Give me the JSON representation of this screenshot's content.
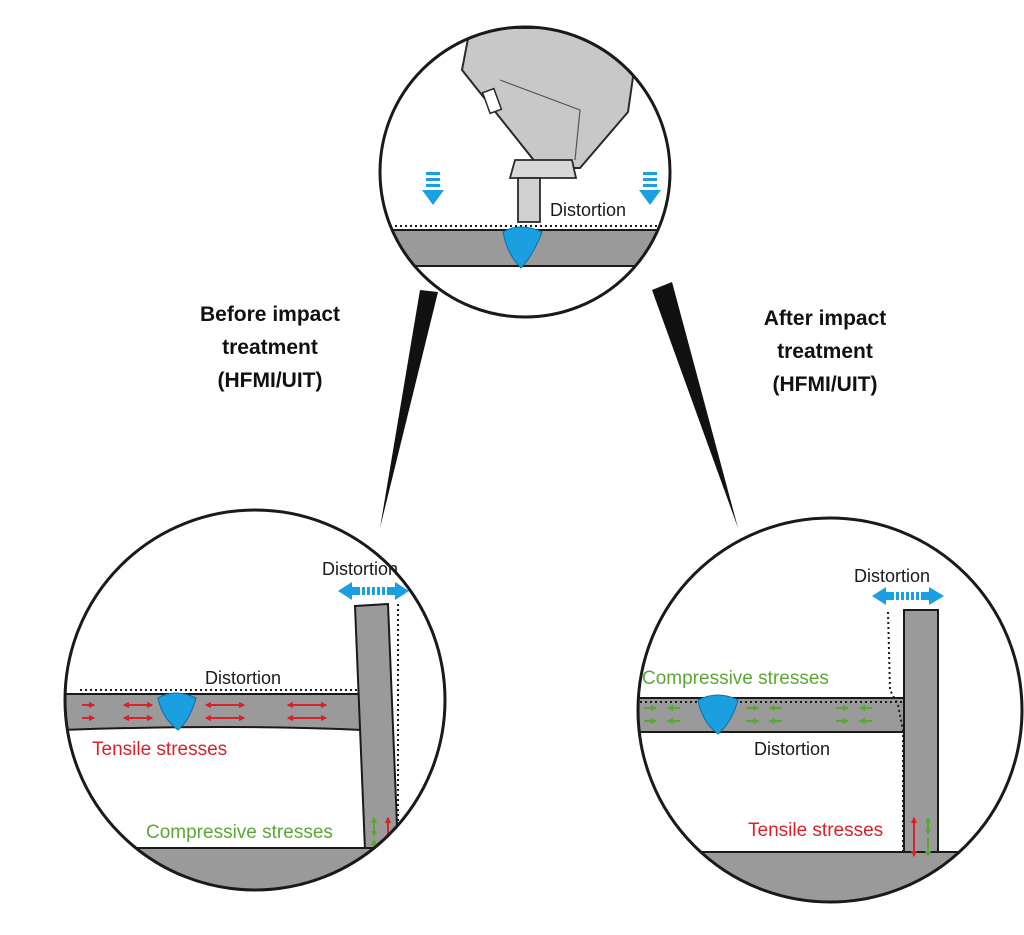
{
  "labels": {
    "before_heading": [
      "Before impact",
      "treatment",
      "(HFMI/UIT)"
    ],
    "after_heading": [
      "After impact",
      "treatment",
      "(HFMI/UIT)"
    ],
    "top_distortion": "Distortion",
    "left_distortion_top": "Distortion",
    "left_distortion_plate": "Distortion",
    "left_tensile": "Tensile stresses",
    "left_compressive": "Compressive stresses",
    "right_distortion_top": "Distortion",
    "right_compressive": "Compressive stresses",
    "right_distortion_plate": "Distortion",
    "right_tensile": "Tensile stresses"
  },
  "colors": {
    "tensile": "#d8232a",
    "compressive": "#5aa832",
    "distortion_arrow": "#1a9fe0",
    "weld": "#1a9fe0",
    "steel": "#9a9a9a",
    "tool": "#c8c8c8",
    "outline": "#1a1a1a"
  }
}
